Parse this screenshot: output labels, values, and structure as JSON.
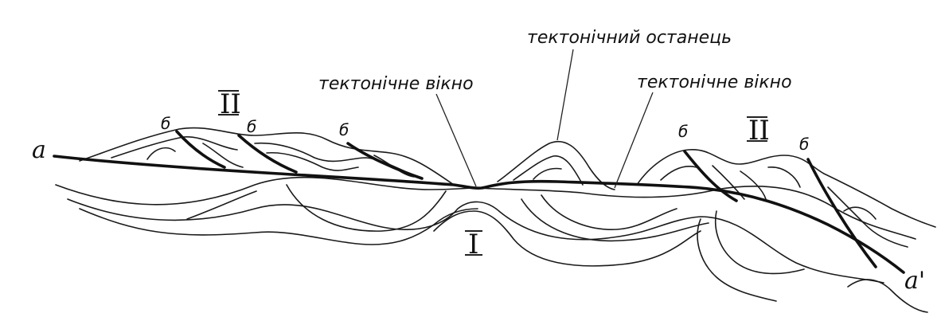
{
  "labels": {
    "window_left": "тектонічне вікно",
    "outlier": "тектонічний останець",
    "window_right": "тектонічне вікно",
    "unit_lower": "I",
    "unit_upper_left": "II",
    "unit_upper_right": "II",
    "section_start": "а",
    "section_end": "а'",
    "fault_marks": [
      "б",
      "б",
      "б",
      "б",
      "б"
    ]
  }
}
